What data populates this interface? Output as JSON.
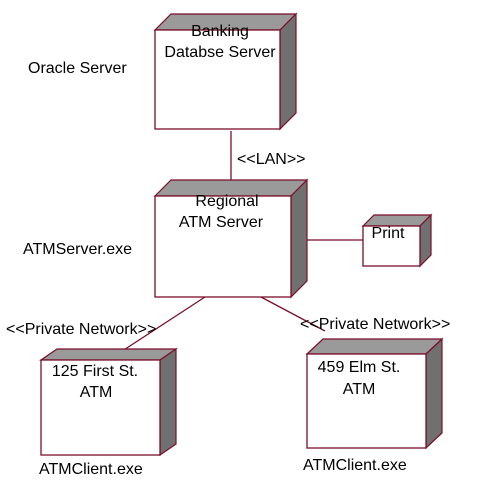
{
  "nodes": {
    "banking_db": {
      "lines": [
        "Banking",
        "Databse Server"
      ]
    },
    "regional_atm": {
      "lines": [
        "Regional",
        "ATM Server"
      ]
    },
    "print": {
      "lines": [
        "Print"
      ]
    },
    "first_st_atm": {
      "lines": [
        "125 First St.",
        "ATM"
      ]
    },
    "elm_st_atm": {
      "lines": [
        "459 Elm St.",
        "ATM"
      ]
    }
  },
  "side_labels": {
    "oracle_server": "Oracle Server",
    "atm_server_exe": "ATMServer.exe",
    "atm_client_left": "ATMClient.exe",
    "atm_client_right": "ATMClient.exe"
  },
  "links": {
    "lan": "<<LAN>>",
    "private_left": "<<Private Network>>",
    "private_right": "<<Private Network>>"
  }
}
